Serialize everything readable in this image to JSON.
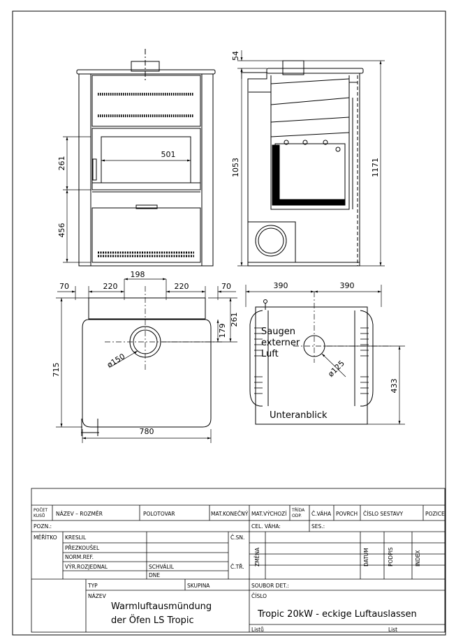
{
  "dimensions": {
    "front_chimney_height": "54",
    "front_door_height": "261",
    "front_lower_height": "456",
    "front_window_width": "501",
    "side_height_1053": "1053",
    "side_height_1171": "1171",
    "top_left_70": "70",
    "top_left_220": "220",
    "top_center_198": "198",
    "top_right_220": "220",
    "top_right_70": "70",
    "top_depth_179": "179",
    "top_depth_261": "261",
    "top_overall_depth": "715",
    "top_overall_width": "780",
    "top_pipe_diameter": "ø150",
    "bottom_left_390": "390",
    "bottom_right_390": "390",
    "bottom_pipe_diameter": "ø125",
    "bottom_depth_433": "433"
  },
  "annotations": {
    "intake_line1": "Saugen",
    "intake_line2": "externer",
    "intake_line3": "Luft",
    "bottom_view": "Unteranblick"
  },
  "title_block": {
    "pocet_kusu_1": "POČET",
    "pocet_kusu_2": "KUSŮ",
    "nazev_rozmer": "NÁZEV – ROZMĚR",
    "polotovar": "POLOTOVAR",
    "mat_konecny": "MAT.KONEČNÝ",
    "mat_vychozi": "MAT.VÝCHOZÍ",
    "trida_odp_1": "TŘÍDA",
    "trida_odp_2": "ODP.",
    "c_vaha": "Č.VÁHA",
    "povrch": "POVRCH",
    "cislo_sestavy": "ČÍSLO SESTAVY",
    "pozice": "POZICE",
    "pozn": "POZN.:",
    "cel_vaha": "CEL. VÁHA:",
    "ses": "SES.:",
    "meritko": "MĚŘÍTKO",
    "kreslil": "KRESLIL",
    "prezkousel": "PŘEZKOUŠEL",
    "norm_ref": "NORM.REF.",
    "vyr_rozjednal": "VÝR.ROZJEDNAL",
    "schvalil": "SCHVÁLIL",
    "dne": "DNE",
    "c_sn": "Č.SN.",
    "c_tr": "Č.TŘ.",
    "zmena": "ZMĚNA",
    "datum": "DATUM",
    "podpis": "PODPIS",
    "index": "INDEX",
    "typ": "TYP",
    "skupina": "SKUPINA",
    "soubor_det": "SOUBOR DET.:",
    "nazev": "NÁZEV",
    "cislo": "ČÍSLO",
    "listu": "Listů",
    "list": "List",
    "name_line1": "Warmluftausmündung",
    "name_line2": "der Öfen LS Tropic",
    "drawing_number": "Tropic 20kW - eckige Luftauslassen"
  }
}
